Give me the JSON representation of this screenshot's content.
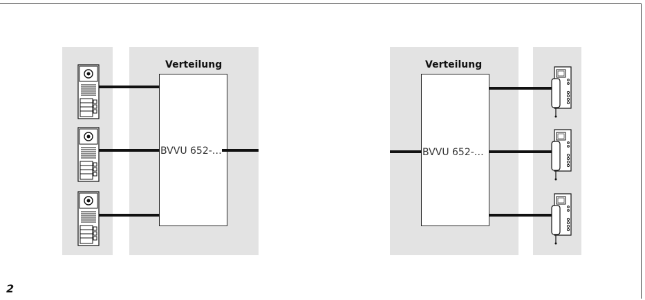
{
  "figure_number": "2",
  "left_group": {
    "distribution_label": "Verteilung",
    "device_label": "BVVU 652-…"
  },
  "right_group": {
    "distribution_label": "Verteilung",
    "device_label": "BVVU 652-…"
  },
  "icons": {
    "door_station": "door-station-icon",
    "indoor_station": "video-handset-icon"
  }
}
